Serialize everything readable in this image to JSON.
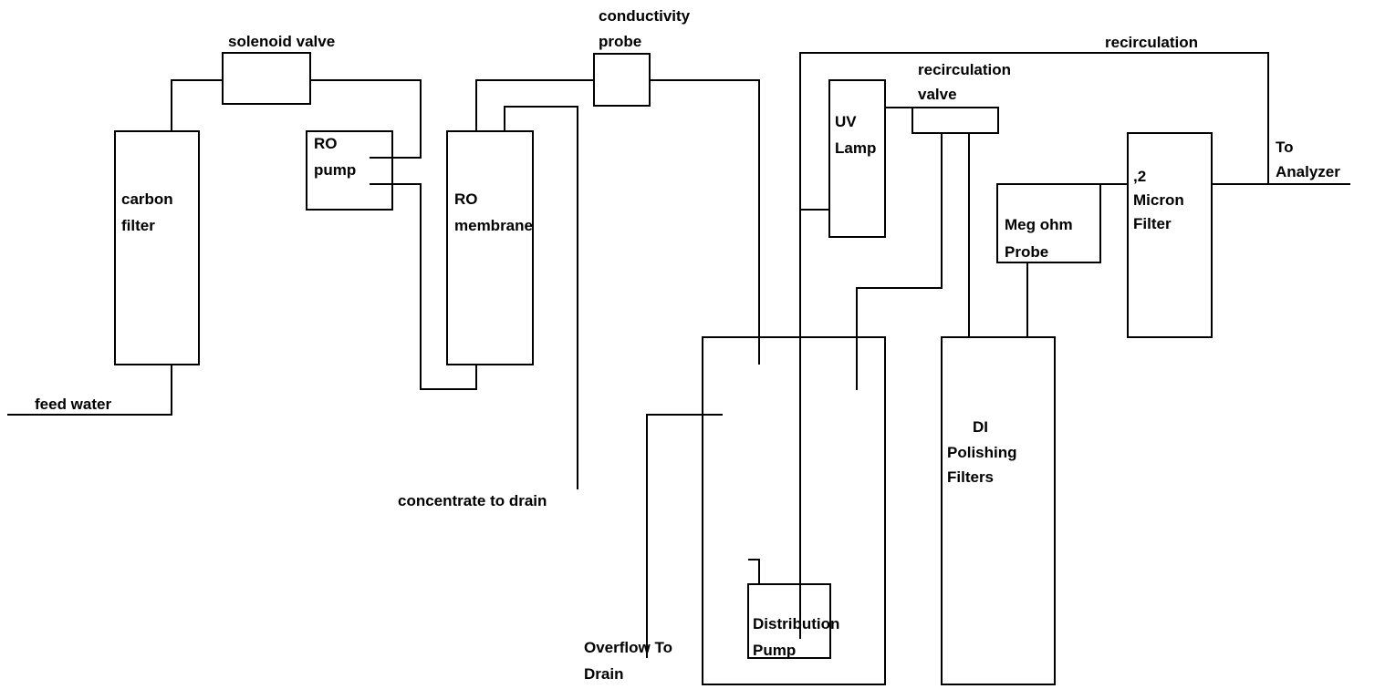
{
  "labels": {
    "feed_water": "feed water",
    "carbon_filter": [
      "carbon",
      "filter"
    ],
    "solenoid_valve": "solenoid valve",
    "ro_pump": [
      "RO",
      "pump"
    ],
    "ro_membrane": [
      "RO",
      "membrane"
    ],
    "conductivity_probe": [
      "conductivity",
      "probe"
    ],
    "concentrate_to_drain": "concentrate to drain",
    "uv_lamp": [
      "UV",
      "Lamp"
    ],
    "recirculation_valve": [
      "recirculation",
      "valve"
    ],
    "recirculation": "recirculation",
    "meg_ohm_probe": [
      "Meg ohm",
      "Probe"
    ],
    "micron_filter": [
      ",2",
      "Micron",
      "Filter"
    ],
    "to_analyzer": [
      "To",
      "Analyzer"
    ],
    "di_polishing_filters": [
      "DI",
      "Polishing",
      "Filters"
    ],
    "distribution_pump": [
      "Distribution",
      "Pump"
    ],
    "overflow_to_drain": [
      "Overflow To",
      "Drain"
    ]
  }
}
